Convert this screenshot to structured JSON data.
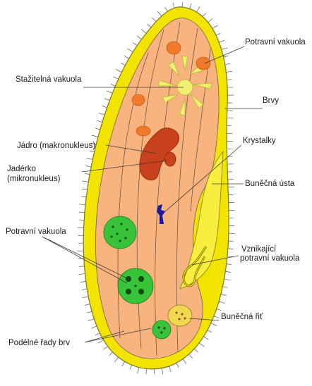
{
  "labels": {
    "potravni_vakuola_top": "Potravní vakuola",
    "stazitelna_vakuola": "Stažitelná vakuola",
    "brvy": "Brvy",
    "jadro": "Jádro (makronukleus)",
    "krystalky": "Krystalky",
    "jaderko_line1": "Jadérko",
    "jaderko_line2": "(mikronukleus)",
    "bunecna_usta": "Buněčná ústa",
    "potravni_vakuola_left": "Potravní vakuola",
    "vznikajici_line1": "Vznikající",
    "vznikajici_line2": "potravní vakuola",
    "bunecna_rit": "Buněčná řiť",
    "podelne_rady_brv": "Podélné řady brv"
  },
  "colors": {
    "pellicle": "#f2e400",
    "cytoplasm": "#f9b37f",
    "nucleus": "#c8401c",
    "food_vacuole_orange": "#f07a2a",
    "green_vacuole": "#39c339",
    "contractile": "#f0f070",
    "micronucleus": "#1a1aa0",
    "outline": "#6a6a6a"
  }
}
